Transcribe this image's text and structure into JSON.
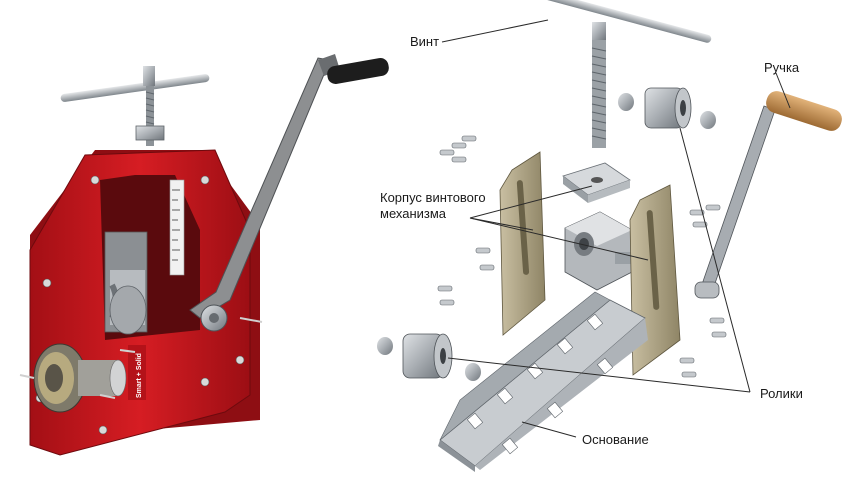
{
  "labels": {
    "screw": "Винт",
    "handle": "Ручка",
    "housing_line1": "Корпус винтового",
    "housing_line2": "механизма",
    "rollers": "Ролики",
    "base": "Основание"
  },
  "brand_text": "Smart + Solid",
  "colors": {
    "frame_red": "#c8161d",
    "frame_red_dark": "#8e0e13",
    "steel": "#b8bcc0",
    "steel_dark": "#7d8389",
    "brass": "#a89868",
    "wood": "#c9955a",
    "leader": "#2a2a2a"
  }
}
